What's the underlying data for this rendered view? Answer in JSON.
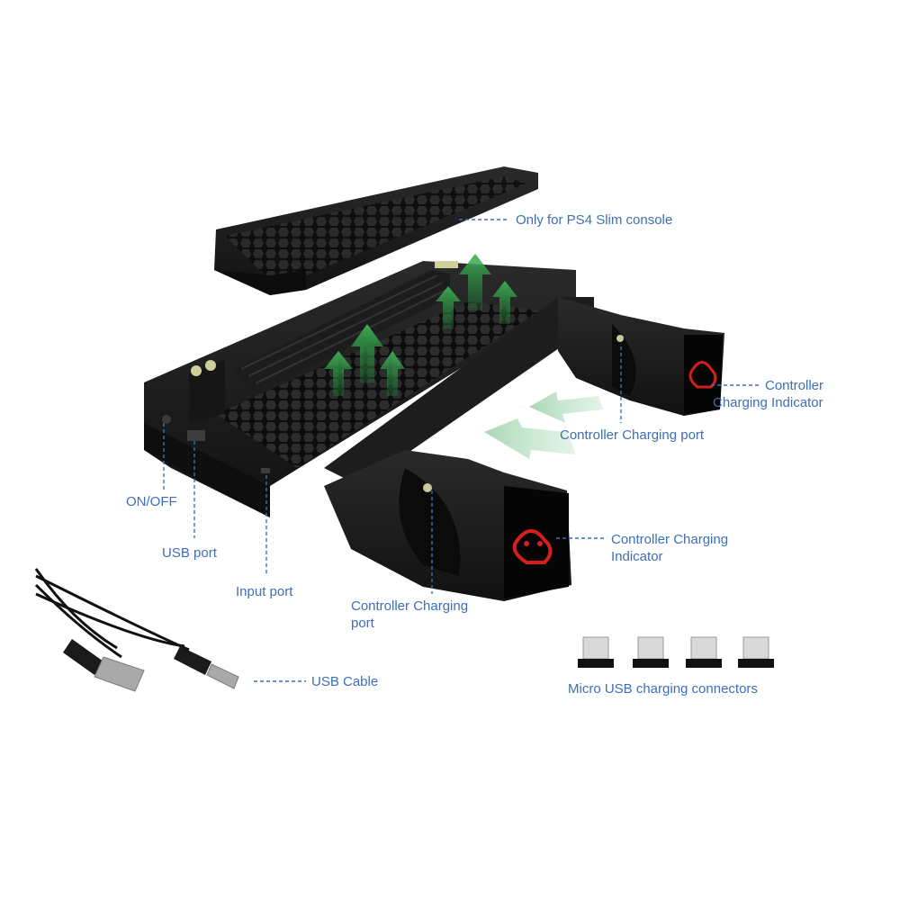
{
  "colors": {
    "accent_blue": "#3d6fb6",
    "device_black": "#1b1b1b",
    "airflow_green": "#2f9a45",
    "indicator_red": "#d51e1e"
  },
  "icons": [
    "gamepad-icon",
    "airflow-arrow-icon",
    "usb-plug-icon",
    "micro-usb-connector-icon"
  ],
  "labels": {
    "ps4_slim": "Only for PS4 Slim console",
    "indicator_right_line1": "Controller",
    "indicator_right_line2": "Charging Indicator",
    "port_right": "Controller Charging port",
    "on_off": "ON/OFF",
    "usb_port": "USB port",
    "input_port": "Input port",
    "indicator_front_line1": "Controller Charging",
    "indicator_front_line2": "Indicator",
    "port_front_line1": "Controller Charging",
    "port_front_line2": "port",
    "usb_cable": "USB Cable",
    "micro_usb": "Micro USB charging connectors"
  }
}
